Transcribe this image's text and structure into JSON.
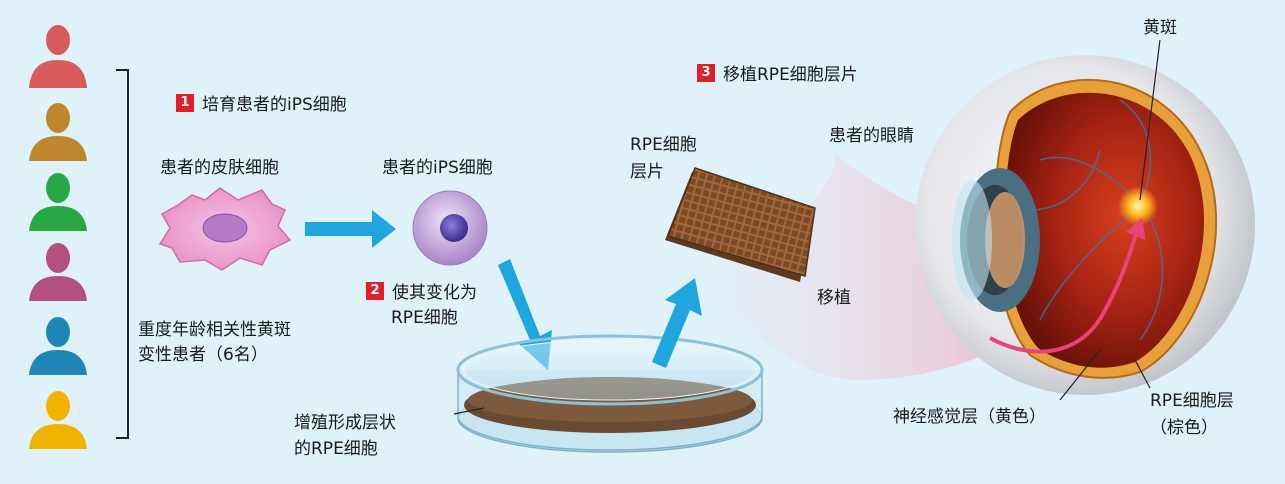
{
  "diagram": {
    "steps": [
      {
        "number": "1",
        "text": "培育患者的iPS细胞"
      },
      {
        "number": "2",
        "text": "使其变化为",
        "text2": "RPE细胞"
      },
      {
        "number": "3",
        "text": "移植RPE细胞层片"
      }
    ],
    "labels": {
      "skin_cell": "患者的皮肤细胞",
      "ips_cell": "患者的iPS细胞",
      "patients_line1": "重度年龄相关性黄斑",
      "patients_line2": "变性患者（6名）",
      "dish_line1": "增殖形成层状",
      "dish_line2": "的RPE细胞",
      "sheet_line1": "RPE细胞",
      "sheet_line2": "层片",
      "transplant": "移植",
      "eye": "患者的眼睛",
      "macula": "黄斑",
      "neural_layer": "神经感觉层（黄色）",
      "rpe_layer_line1": "RPE细胞层",
      "rpe_layer_line2": "（棕色）"
    },
    "patients": [
      {
        "icon": "person-icon",
        "color": "#d95b5b"
      },
      {
        "icon": "person-icon",
        "color": "#c0862c"
      },
      {
        "icon": "person-icon",
        "color": "#27a845"
      },
      {
        "icon": "person-icon",
        "color": "#b4507f"
      },
      {
        "icon": "person-icon",
        "color": "#1f86b8"
      },
      {
        "icon": "person-icon",
        "color": "#f0b400"
      }
    ],
    "colors": {
      "background": "#dff2fa",
      "step_badge": "#e01f2a",
      "arrow": "#1fa6de",
      "transplant_arrow": "#e8437c"
    }
  }
}
